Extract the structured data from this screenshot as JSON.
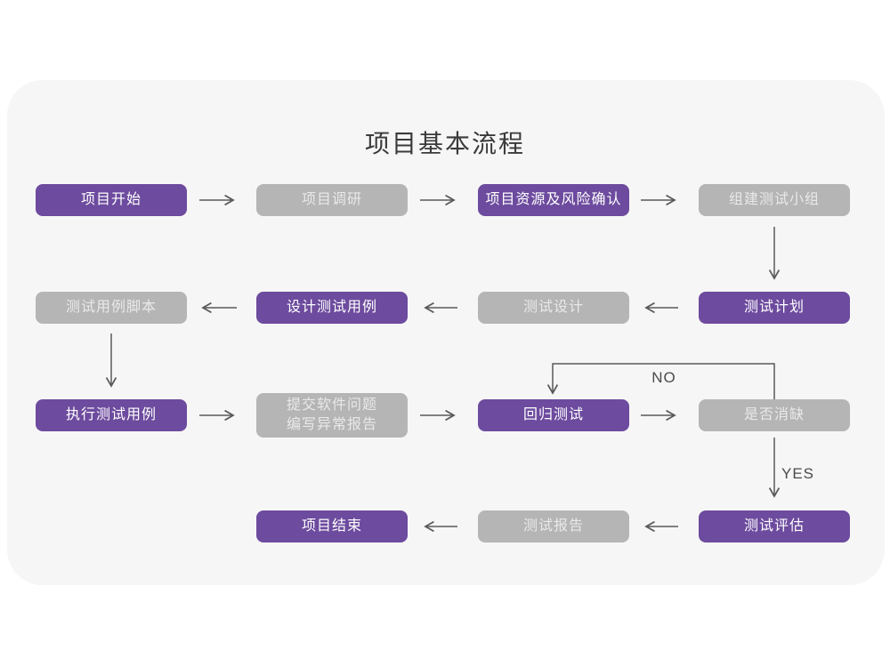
{
  "title": "项目基本流程",
  "badges": {
    "no": "NO",
    "yes": "YES"
  },
  "colors": {
    "purple": "#6d4b9e",
    "gray": "#b5b5b5",
    "gray_text": "#e9e9e9",
    "card_bg": "#f6f6f6",
    "arrow": "#595959",
    "title_color": "#3a3a3a",
    "label_color": "#4a4a4a"
  },
  "nodes": {
    "project_start": {
      "label": "项目开始",
      "variant": "purple"
    },
    "project_research": {
      "label": "项目调研",
      "variant": "gray"
    },
    "resource_risk": {
      "label": "项目资源及风险确认",
      "variant": "purple"
    },
    "build_team": {
      "label": "组建测试小组",
      "variant": "gray"
    },
    "test_plan": {
      "label": "测试计划",
      "variant": "purple"
    },
    "test_design": {
      "label": "测试设计",
      "variant": "gray"
    },
    "design_cases": {
      "label": "设计测试用例",
      "variant": "purple"
    },
    "case_scripts": {
      "label": "测试用例脚本",
      "variant": "gray"
    },
    "execute_cases": {
      "label": "执行测试用例",
      "variant": "purple"
    },
    "submit_issues": {
      "label": "提交软件问题\n编写异常报告",
      "variant": "gray"
    },
    "regression_test": {
      "label": "回归测试",
      "variant": "purple"
    },
    "defect_cleared": {
      "label": "是否消缺",
      "variant": "gray"
    },
    "test_evaluation": {
      "label": "测试评估",
      "variant": "purple"
    },
    "test_report": {
      "label": "测试报告",
      "variant": "gray"
    },
    "project_end": {
      "label": "项目结束",
      "variant": "purple"
    }
  }
}
